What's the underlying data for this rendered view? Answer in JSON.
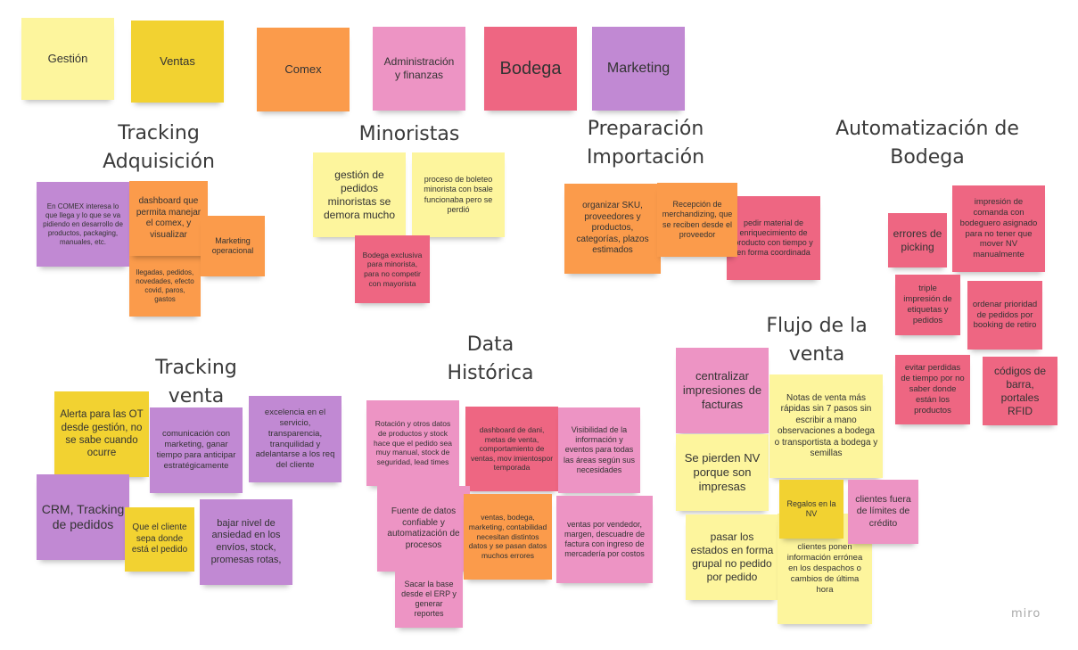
{
  "legend": {
    "gestion": "Gestión",
    "ventas": "Ventas",
    "comex": "Comex",
    "admin": "Administración\ny finanzas",
    "bodega": "Bodega",
    "marketing": "Marketing"
  },
  "colors": {
    "light_yellow": "#fdf59d",
    "yellow": "#f2d231",
    "orange": "#fb9b4b",
    "pink": "#ed94c4",
    "red": "#ee6682",
    "violet": "#c189d3"
  },
  "clusters": {
    "tracking_adquisicion": {
      "title": "Tracking\nAdquisición",
      "notes": [
        "En COMEX interesa lo que llega y lo que se va pidiendo en desarrollo de productos, packaging, manuales, etc.",
        "dashboard que permita manejar el comex, y visualizar",
        "Marketing operacional",
        "llegadas, pedidos, novedades, efecto covid, paros, gastos"
      ]
    },
    "minoristas": {
      "title": "Minoristas",
      "notes": [
        "gestión de pedidos minoristas se demora mucho",
        "proceso de boleteo minorista con bsale funcionaba pero se perdió",
        "Bodega exclusiva para minorista, para no competir con mayorista"
      ]
    },
    "preparacion_importacion": {
      "title": "Preparación\nImportación",
      "notes": [
        "organizar SKU, proveedores y productos, categorías, plazos estimados",
        "Recepción de merchandizing, que se reciben desde el proveedor",
        "pedir material de enriquecimiento de producto con tiempo y en forma coordinada"
      ]
    },
    "automatizacion_bodega": {
      "title": "Automatización de\nBodega",
      "notes": [
        "errores de picking",
        "impresión de comanda con bodeguero asignado para no tener que mover NV manualmente",
        "triple impresión de etiquetas y pedidos",
        "ordenar prioridad de pedidos por booking de retiro",
        "evitar perdidas de tiempo por no saber donde están los productos",
        "códigos de barra, portales RFID"
      ]
    },
    "tracking_venta": {
      "title": "Tracking\nventa",
      "notes": [
        "Alerta para las OT desde gestión, no se sabe cuando ocurre",
        "comunicación con marketing, ganar tiempo para anticipar estratégicamente",
        "excelencia en el servicio, transparencia, tranquilidad y adelantarse a los req del cliente",
        "CRM, Tracking de pedidos",
        "Que el cliente sepa donde está el pedido",
        "bajar nivel de ansiedad en los envíos, stock, promesas rotas,"
      ]
    },
    "data_historica": {
      "title": "Data\nHistórica",
      "notes": [
        "Rotación y otros datos de productos y stock hace que el pedido sea muy manual, stock de seguridad, lead times",
        "dashboard de dani, metas de venta, comportamiento de ventas, mov imientospor temporada",
        "Visibilidad de la información y eventos para todas las áreas según sus necesidades",
        "Fuente de datos confiable y automatización de procesos",
        "ventas, bodega, marketing, contabilidad necesitan distintos datos y se pasan datos muchos errores",
        "ventas por vendedor, margen, descuadre de factura con ingreso de mercadería por costos",
        "Sacar la base desde el ERP y generar reportes"
      ]
    },
    "flujo_venta": {
      "title": "Flujo de la\nventa",
      "notes": [
        "centralizar impresiones de facturas",
        "Notas de venta más rápidas sin 7 pasos sin escribir a mano observaciones a bodega o transportista a bodega y semillas",
        "Se pierden NV porque son impresas",
        "Regalos en la NV",
        "clientes fuera de límites de crédito",
        "pasar los estados en forma grupal no pedido por pedido",
        "clientes ponen información errónea en los despachos o cambios de última hora"
      ]
    }
  },
  "watermark": "miro"
}
